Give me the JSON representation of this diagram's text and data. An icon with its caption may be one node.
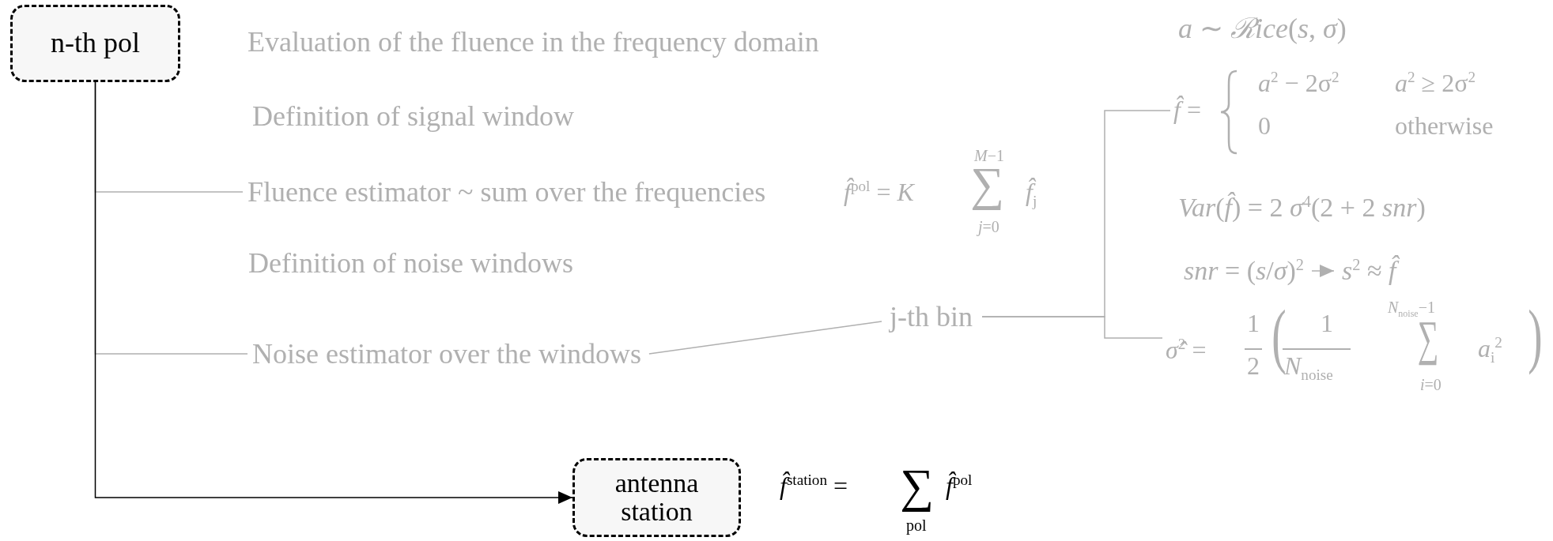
{
  "diagram": {
    "nodes": [
      {
        "text": [
          "n-th pol"
        ]
      },
      {
        "text": [
          "Fluence estimator ~ sum over the frequencies"
        ],
        "beside": [
          "*f̂*$^{pol}$ = *K*",
          "*M*−1",
          "∑",
          "*j*=0",
          "*f̂*$_{j}$"
        ]
      },
      {
        "text": [
          "Noise estimator over the windows"
        ]
      },
      {
        "text": [
          "j-th bin"
        ]
      },
      {
        "text": [
          "*f̂* =",
          "*a*$^{2}$ − 2σ$^{2}$",
          "*a*$^{2}$ ≥ 2σ$^{2}$",
          "0",
          "otherwise"
        ]
      },
      {
        "text": [
          "*snr* = (*s*/*σ*)$^{2}$"
        ]
      },
      {
        "text": [
          "*s*$^{2}$ ≈ *f̂*"
        ]
      },
      {
        "text": [
          "*σ̂*$^{2}$ =",
          "1",
          "2",
          "(",
          "1",
          "*N*$_{noise}$",
          "*N*$_{noise}$−1",
          "∑",
          "*i*=0",
          "*a*$_{i}$$^{2}$",
          ")"
        ]
      },
      {
        "text": [
          "antenna station"
        ],
        "beside": [
          "*f̂*$^{station}$ =",
          "∑",
          "pol",
          "*f̂*$^{pol}$"
        ]
      }
    ],
    "edges": [
      {
        "from": 0,
        "to": 8,
        "arrow": "to",
        "color": "#000000"
      },
      {
        "from": 0,
        "to": 1,
        "arrow": "none"
      },
      {
        "from": 0,
        "to": 2,
        "arrow": "none"
      },
      {
        "from": 2,
        "to": 3,
        "arrow": "none"
      },
      {
        "from": 3,
        "to": 4,
        "arrow": "none"
      },
      {
        "from": 3,
        "to": 7,
        "arrow": "none"
      },
      {
        "from": 5,
        "to": 6,
        "arrow": "to"
      }
    ],
    "labels": [
      "Evaluation of the fluence in the frequency domain",
      "Definition of signal window",
      "Definition of noise windows",
      "*a* ∼ *ℛice*(*s*, *σ*)",
      "*Var*(*f̂*) = 2 *σ*$^{4}$(2 + 2 *snr*)"
    ]
  }
}
